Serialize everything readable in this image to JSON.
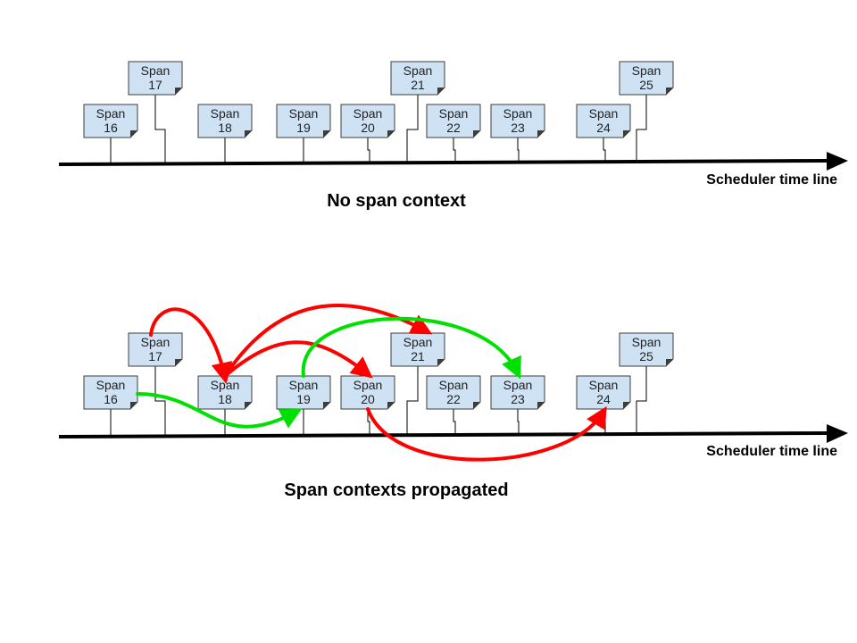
{
  "colors": {
    "note_fill": "#cfe2f3",
    "red_arrow": "#ff0000",
    "green_arrow": "#00e000",
    "timeline": "#000000"
  },
  "panels": [
    {
      "caption": "No span context",
      "axis_label": "Scheduler time line",
      "spans": [
        {
          "line1": "Span",
          "line2": "16"
        },
        {
          "line1": "Span",
          "line2": "17"
        },
        {
          "line1": "Span",
          "line2": "18"
        },
        {
          "line1": "Span",
          "line2": "19"
        },
        {
          "line1": "Span",
          "line2": "20"
        },
        {
          "line1": "Span",
          "line2": "21"
        },
        {
          "line1": "Span",
          "line2": "22"
        },
        {
          "line1": "Span",
          "line2": "23"
        },
        {
          "line1": "Span",
          "line2": "24"
        },
        {
          "line1": "Span",
          "line2": "25"
        }
      ],
      "arrows": []
    },
    {
      "caption": "Span contexts propagated",
      "axis_label": "Scheduler time line",
      "spans": [
        {
          "line1": "Span",
          "line2": "16"
        },
        {
          "line1": "Span",
          "line2": "17"
        },
        {
          "line1": "Span",
          "line2": "18"
        },
        {
          "line1": "Span",
          "line2": "19"
        },
        {
          "line1": "Span",
          "line2": "20"
        },
        {
          "line1": "Span",
          "line2": "21"
        },
        {
          "line1": "Span",
          "line2": "22"
        },
        {
          "line1": "Span",
          "line2": "23"
        },
        {
          "line1": "Span",
          "line2": "24"
        },
        {
          "line1": "Span",
          "line2": "25"
        }
      ],
      "arrows": [
        {
          "from": "17",
          "to": "18",
          "color": "red"
        },
        {
          "from": "18",
          "to": "21",
          "color": "red"
        },
        {
          "from": "18",
          "to": "20",
          "color": "red"
        },
        {
          "from": "20",
          "to": "24",
          "color": "red"
        },
        {
          "from": "16",
          "to": "19",
          "color": "green"
        },
        {
          "from": "19",
          "to": "23",
          "color": "green"
        }
      ]
    }
  ]
}
